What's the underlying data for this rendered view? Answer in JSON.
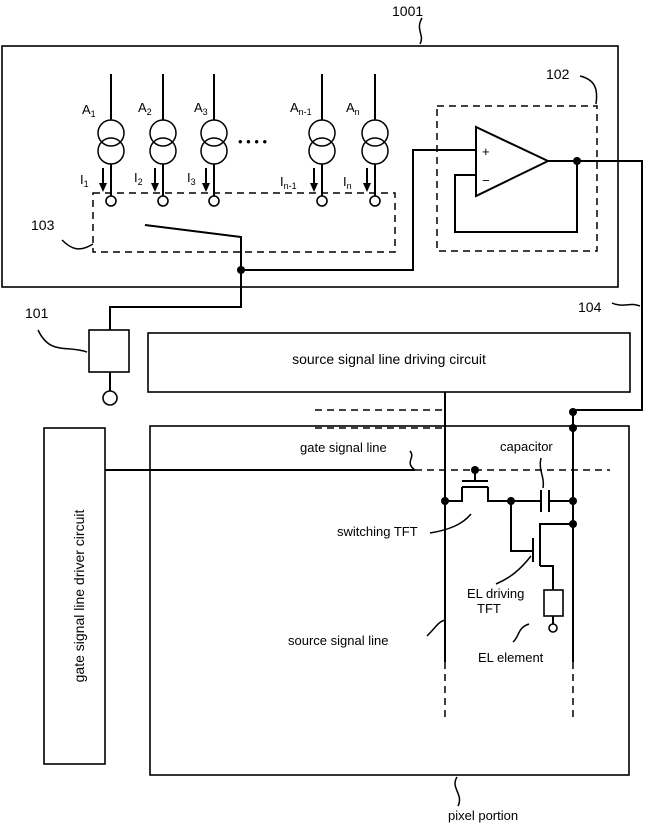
{
  "refs": {
    "module": "1001",
    "opamp": "102",
    "switch_block": "103",
    "ref_source": "101",
    "output_line": "104"
  },
  "sources": [
    {
      "name": "A",
      "sub": "1",
      "current": "I",
      "current_sub": "1"
    },
    {
      "name": "A",
      "sub": "2",
      "current": "I",
      "current_sub": "2"
    },
    {
      "name": "A",
      "sub": "3",
      "current": "I",
      "current_sub": "3"
    },
    {
      "name": "A",
      "sub": "n-1",
      "current": "I",
      "current_sub": "n-1"
    },
    {
      "name": "A",
      "sub": "n",
      "current": "I",
      "current_sub": "n"
    }
  ],
  "ellipsis": "• • • •",
  "opamp": {
    "plus": "+",
    "minus": "−"
  },
  "blocks": {
    "source_driver": "source signal line driving circuit",
    "gate_driver": "gate signal line driver circuit"
  },
  "pixel": {
    "gate_line": "gate signal line",
    "capacitor": "capacitor",
    "switching_tft": "switching TFT",
    "el_driving_tft_1": "EL driving",
    "el_driving_tft_2": "TFT",
    "source_line": "source signal line",
    "el_element": "EL element",
    "pixel_portion": "pixel portion"
  }
}
